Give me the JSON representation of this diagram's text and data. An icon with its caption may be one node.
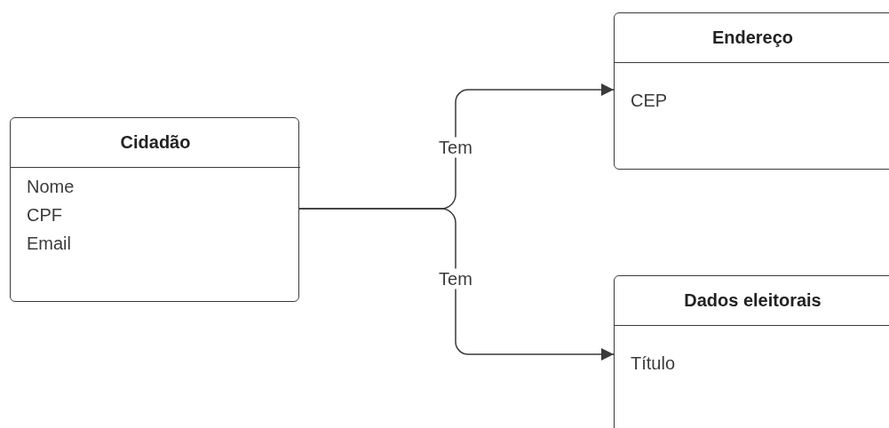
{
  "diagram": {
    "nodes": [
      {
        "text": [
          "Cidadão",
          "Nome",
          "CPF",
          "Email"
        ]
      },
      {
        "text": [
          "Endereço",
          "CEP"
        ]
      },
      {
        "text": [
          "Dados eleitorais",
          "Título"
        ]
      }
    ],
    "edges": [
      {
        "from": 0,
        "to": 1,
        "arrow": "to",
        "label": "Tem"
      },
      {
        "from": 0,
        "to": 2,
        "arrow": "to",
        "label": "Tem"
      }
    ]
  }
}
